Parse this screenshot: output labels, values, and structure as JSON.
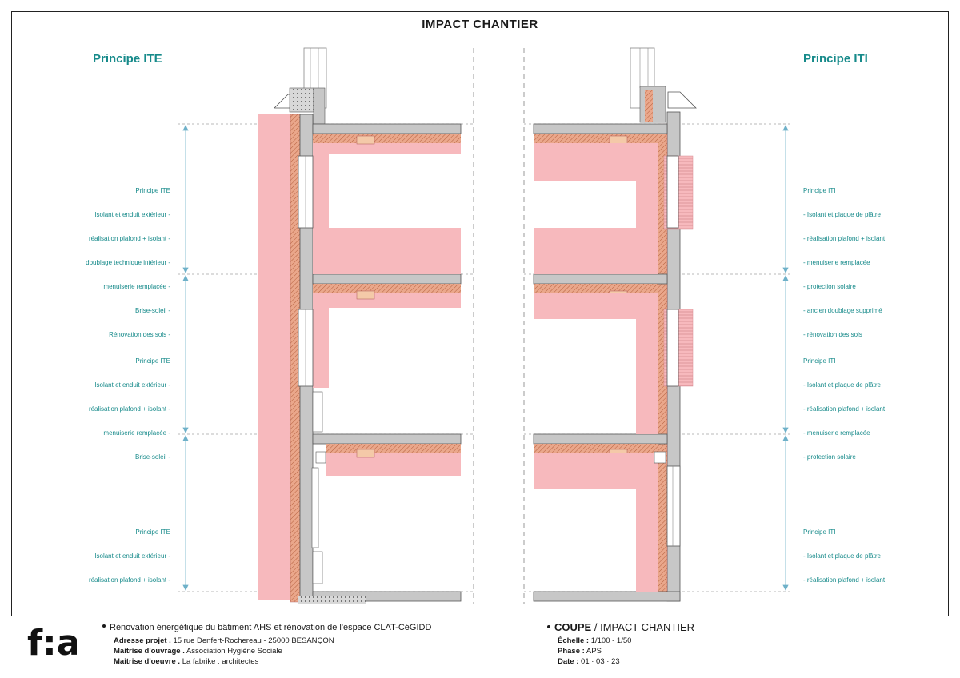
{
  "title": "IMPACT CHANTIER",
  "left_heading": "Principe ITE",
  "right_heading": "Principe ITI",
  "colors": {
    "accent": "#168a8a",
    "highlight": "#f7b9bd",
    "wall": "#c7c7c7",
    "insulation": "#e9a487"
  },
  "left_notes": [
    [
      "Principe ITE",
      "Isolant et enduit extérieur -",
      "réalisation plafond + isolant -",
      "doublage technique intérieur -",
      "menuiserie remplacée -",
      "Brise-soleil -",
      "Rénovation des sols -"
    ],
    [
      "Principe ITE",
      "Isolant et enduit extérieur -",
      "réalisation plafond + isolant -",
      "menuiserie remplacée -",
      "Brise-soleil -"
    ],
    [
      "Principe ITE",
      "Isolant et enduit extérieur -",
      "réalisation plafond + isolant -"
    ]
  ],
  "right_notes": [
    [
      "Principe ITI",
      "- Isolant et plaque de plâtre",
      "- réalisation plafond + isolant",
      "- menuiserie remplacée",
      "- protection solaire",
      "- ancien doublage supprimé",
      "- rénovation des sols"
    ],
    [
      "Principe ITI",
      "- Isolant et plaque de plâtre",
      "- réalisation plafond + isolant",
      "- menuiserie remplacée",
      "- protection solaire"
    ],
    [
      "Principe ITI",
      "- Isolant et plaque de plâtre",
      "- réalisation plafond + isolant"
    ]
  ],
  "footer": {
    "logo_text": "f:a",
    "project": "Rénovation énergétique du bâtiment AHS et rénovation de l'espace CLAT-CéGIDD",
    "address_label": "Adresse projet .",
    "address": "15 rue Denfert-Rochereau - 25000 BESANÇON",
    "owner_label": "Maitrise d'ouvrage .",
    "owner": "Association Hygiène Sociale",
    "architect_label": "Maitrise d'oeuvre .",
    "architect": "La fabrike : architectes",
    "sheet_main": "COUPE",
    "sheet_sub": "/ IMPACT CHANTIER",
    "scale_label": "Échelle :",
    "scale": "1/100 - 1/50",
    "phase_label": "Phase :",
    "phase": "APS",
    "date_label": "Date :",
    "date": "01 · 03 · 23"
  }
}
